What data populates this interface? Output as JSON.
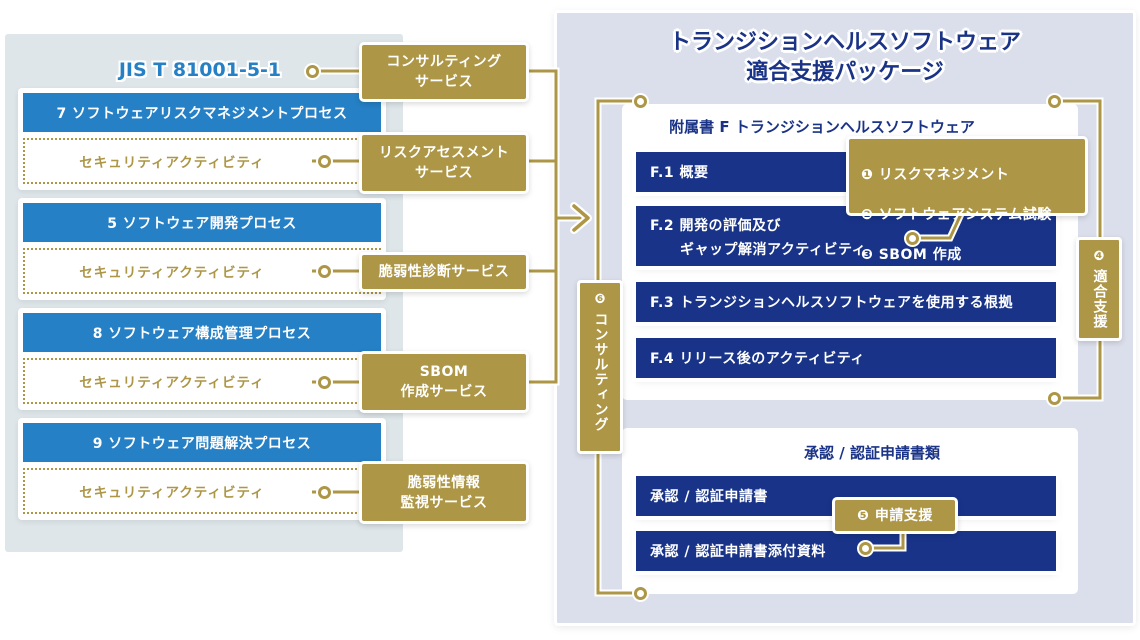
{
  "left": {
    "standard_title": "JIS T 81001-5-1",
    "processes": [
      {
        "heading": "7 ソフトウェアリスクマネジメントプロセス",
        "activity": "セキュリティアクティビティ"
      },
      {
        "heading": "5 ソフトウェア開発プロセス",
        "activity": "セキュリティアクティビティ"
      },
      {
        "heading": "8 ソフトウェア構成管理プロセス",
        "activity": "セキュリティアクティビティ"
      },
      {
        "heading": "9 ソフトウェア問題解決プロセス",
        "activity": "セキュリティアクティビティ"
      }
    ],
    "services": [
      "コンサルティング\nサービス",
      "リスクアセスメント\nサービス",
      "脆弱性診断サービス",
      "SBOM\n作成サービス",
      "脆弱性情報\n監視サービス"
    ]
  },
  "right": {
    "package_title": "トランジションヘルスソフトウェア\n適合支援パッケージ",
    "annex": {
      "title": "附属書 F トランジションヘルスソフトウェア",
      "items": [
        {
          "line1": "F.1 概要"
        },
        {
          "line1": "F.2 開発の評価及び",
          "line2": "ギャップ解消アクティビティ"
        },
        {
          "line1": "F.3 トランジションヘルスソフトウェアを使用する根拠"
        },
        {
          "line1": "F.4 リリース後のアクティビティ"
        }
      ],
      "callout": [
        "❶ リスクマネジメント",
        "❷ ソフトウェアシステム試験",
        "❸ SBOM 作成"
      ]
    },
    "application": {
      "title": "承認 / 認証申請書類",
      "items": [
        "承認 / 認証申請書",
        "承認 / 認証申請書添付資料"
      ],
      "callout": "❺ 申請支援"
    },
    "side_tabs": {
      "consulting": {
        "num": "❻",
        "label": "コンサルティング"
      },
      "conformity": {
        "num": "❹",
        "label": "適合支援"
      }
    }
  },
  "colors": {
    "process_blue": "#2680c5",
    "navy": "#183388",
    "gold": "#ad9646",
    "left_bg": "#dee6ea",
    "right_bg": "#dbdfeb"
  }
}
